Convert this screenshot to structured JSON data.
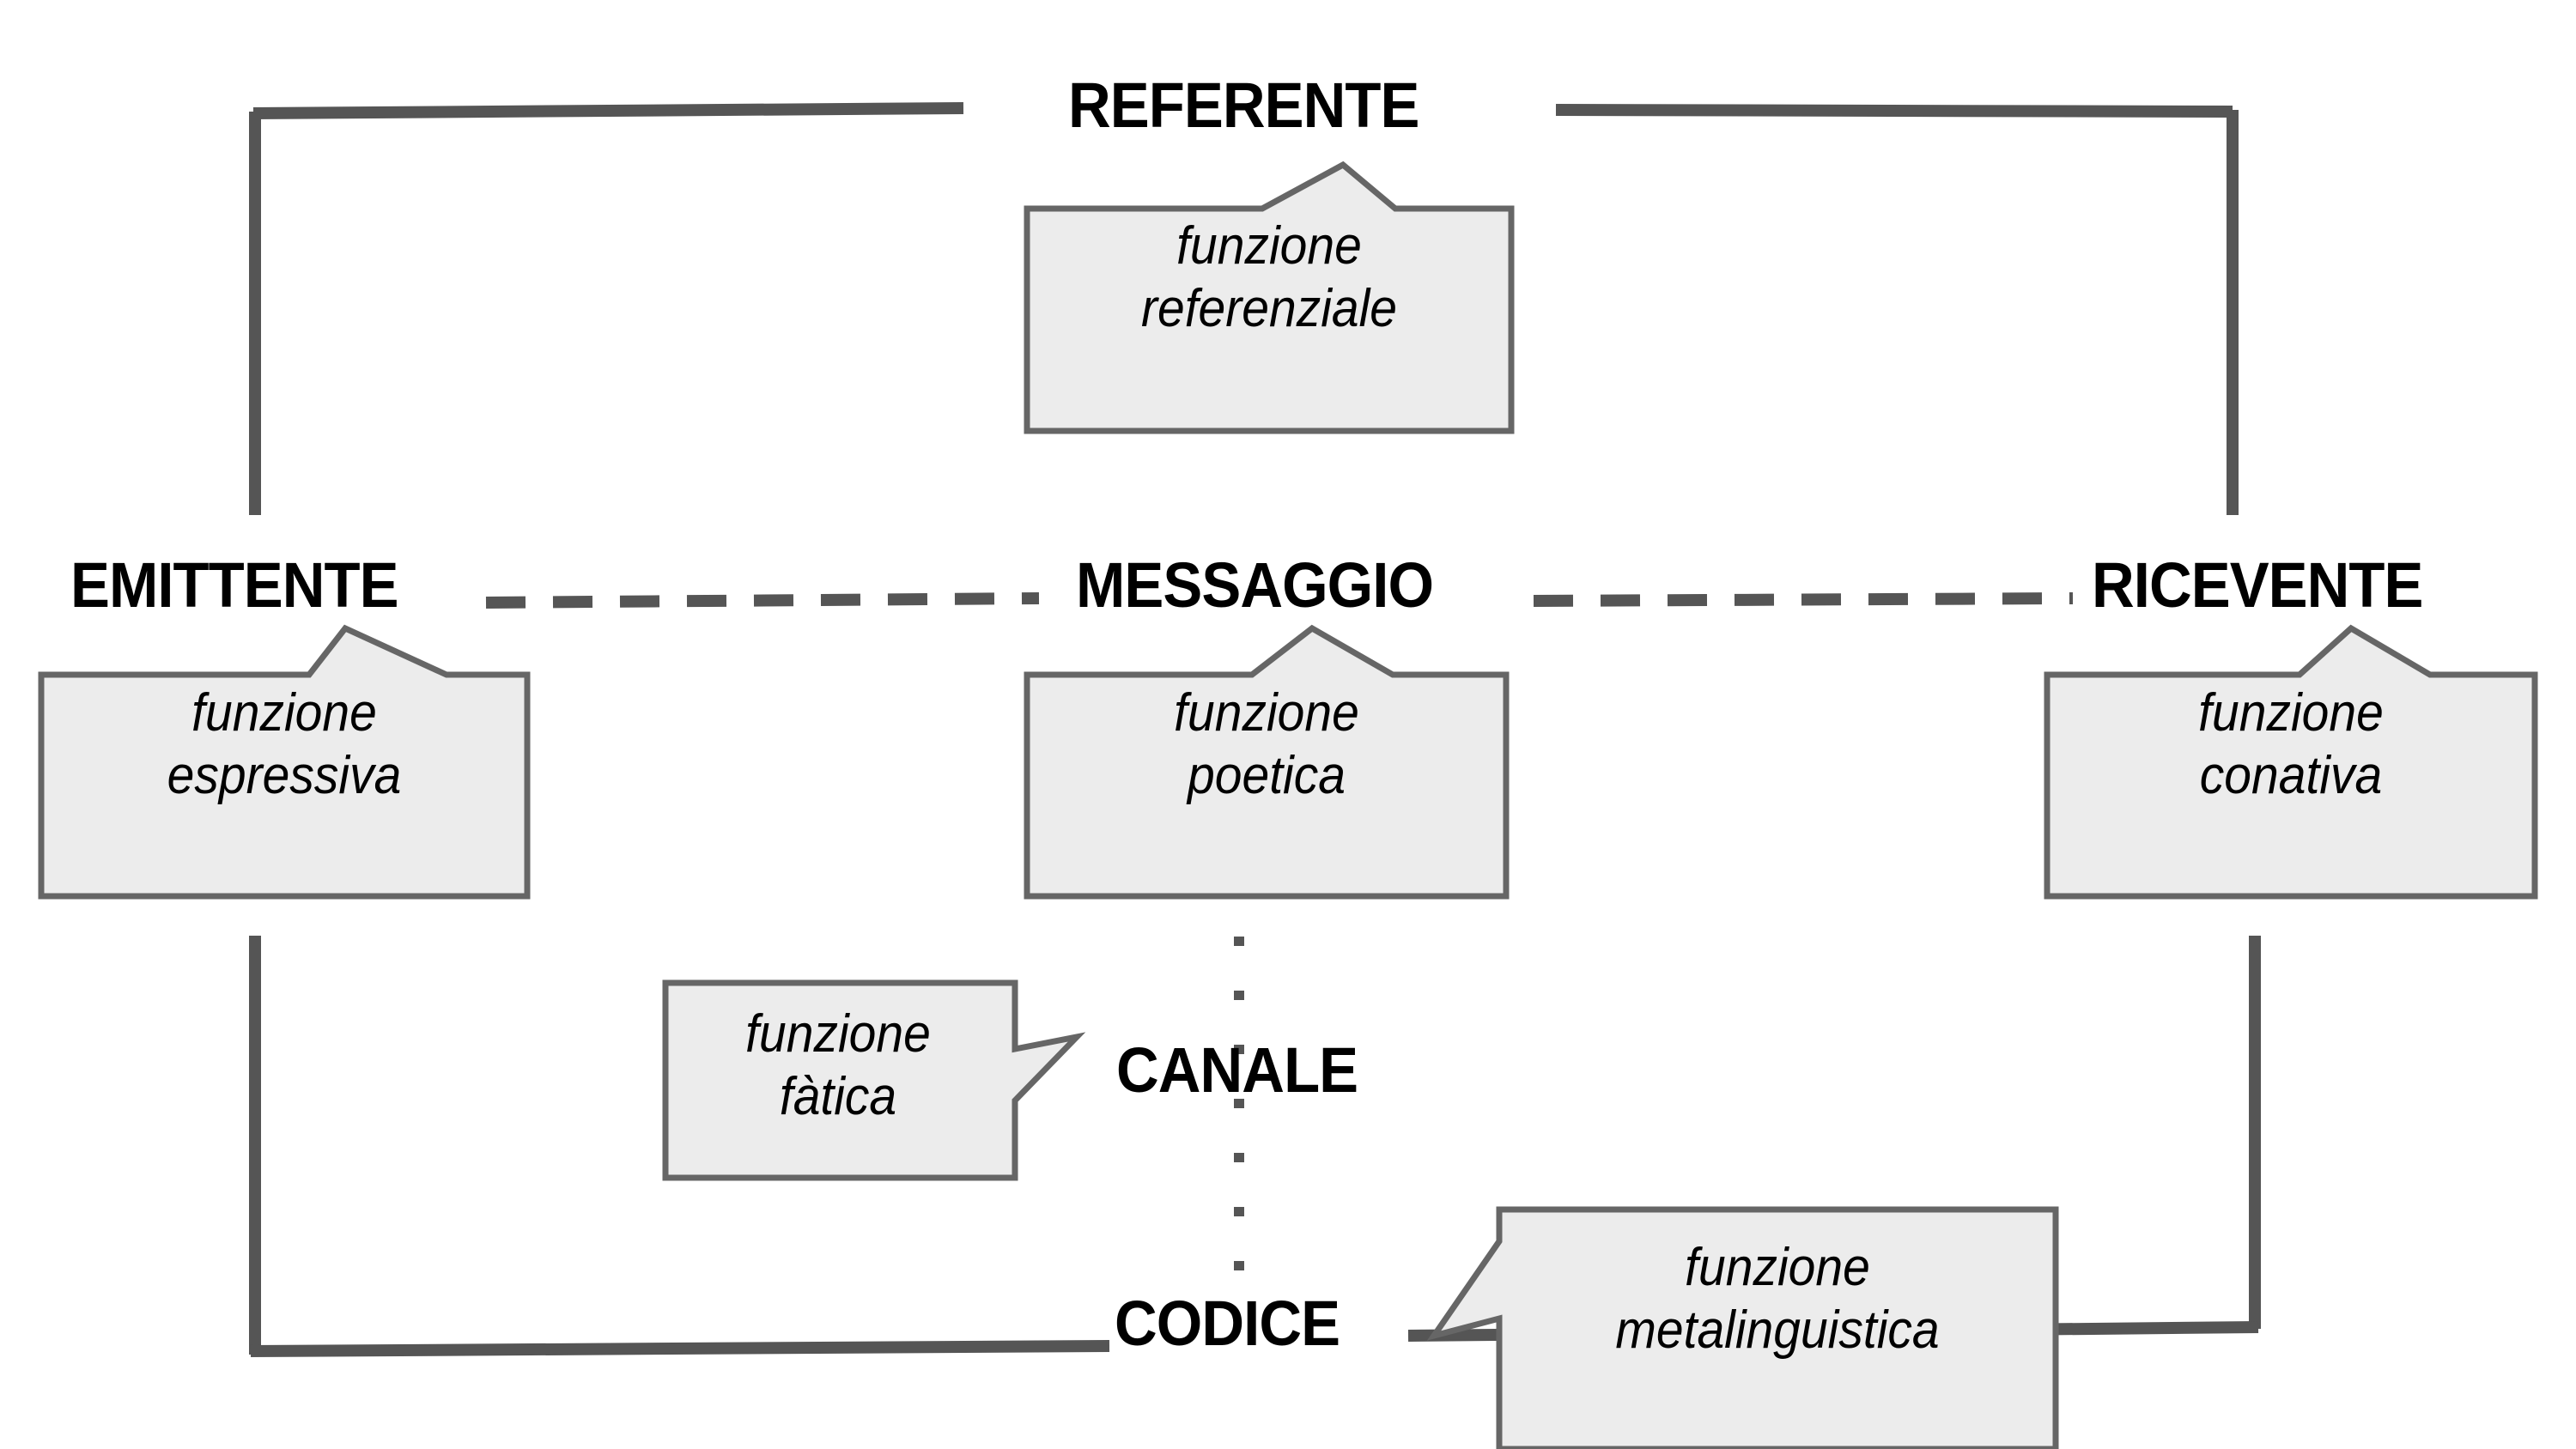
{
  "diagram": {
    "title": "Schema della comunicazione di Jakobson",
    "language": "it",
    "background_color": "#ffffff",
    "line_color": "#555555",
    "box_fill_color": "#ececec",
    "box_border_color": "#666666",
    "label_color": "#000000"
  },
  "nodes": {
    "referente": "REFERENTE",
    "emittente": "EMITTENTE",
    "messaggio": "MESSAGGIO",
    "ricevente": "RICEVENTE",
    "canale": "CANALE",
    "codice": "CODICE"
  },
  "callouts": {
    "referenziale": "funzione\nreferenziale",
    "espressiva": "funzione\nespressiva",
    "poetica": "funzione\npoetica",
    "conativa": "funzione\nconativa",
    "fatica": "funzione\nfàtica",
    "metalinguistica": "funzione\nmetalinguistica"
  },
  "connectors": [
    {
      "name": "referente-to-emittente",
      "style": "solid",
      "from": "REFERENTE",
      "to": "EMITTENTE"
    },
    {
      "name": "referente-to-ricevente",
      "style": "solid",
      "from": "REFERENTE",
      "to": "RICEVENTE"
    },
    {
      "name": "emittente-to-messaggio",
      "style": "dashed",
      "from": "EMITTENTE",
      "to": "MESSAGGIO"
    },
    {
      "name": "messaggio-to-ricevente",
      "style": "dashed",
      "from": "MESSAGGIO",
      "to": "RICEVENTE"
    },
    {
      "name": "messaggio-to-canale-codice",
      "style": "dotted",
      "from": "MESSAGGIO",
      "to": "CODICE"
    },
    {
      "name": "emittente-to-codice",
      "style": "solid",
      "from": "EMITTENTE",
      "to": "CODICE"
    },
    {
      "name": "codice-to-ricevente",
      "style": "solid",
      "from": "CODICE",
      "to": "RICEVENTE"
    }
  ]
}
